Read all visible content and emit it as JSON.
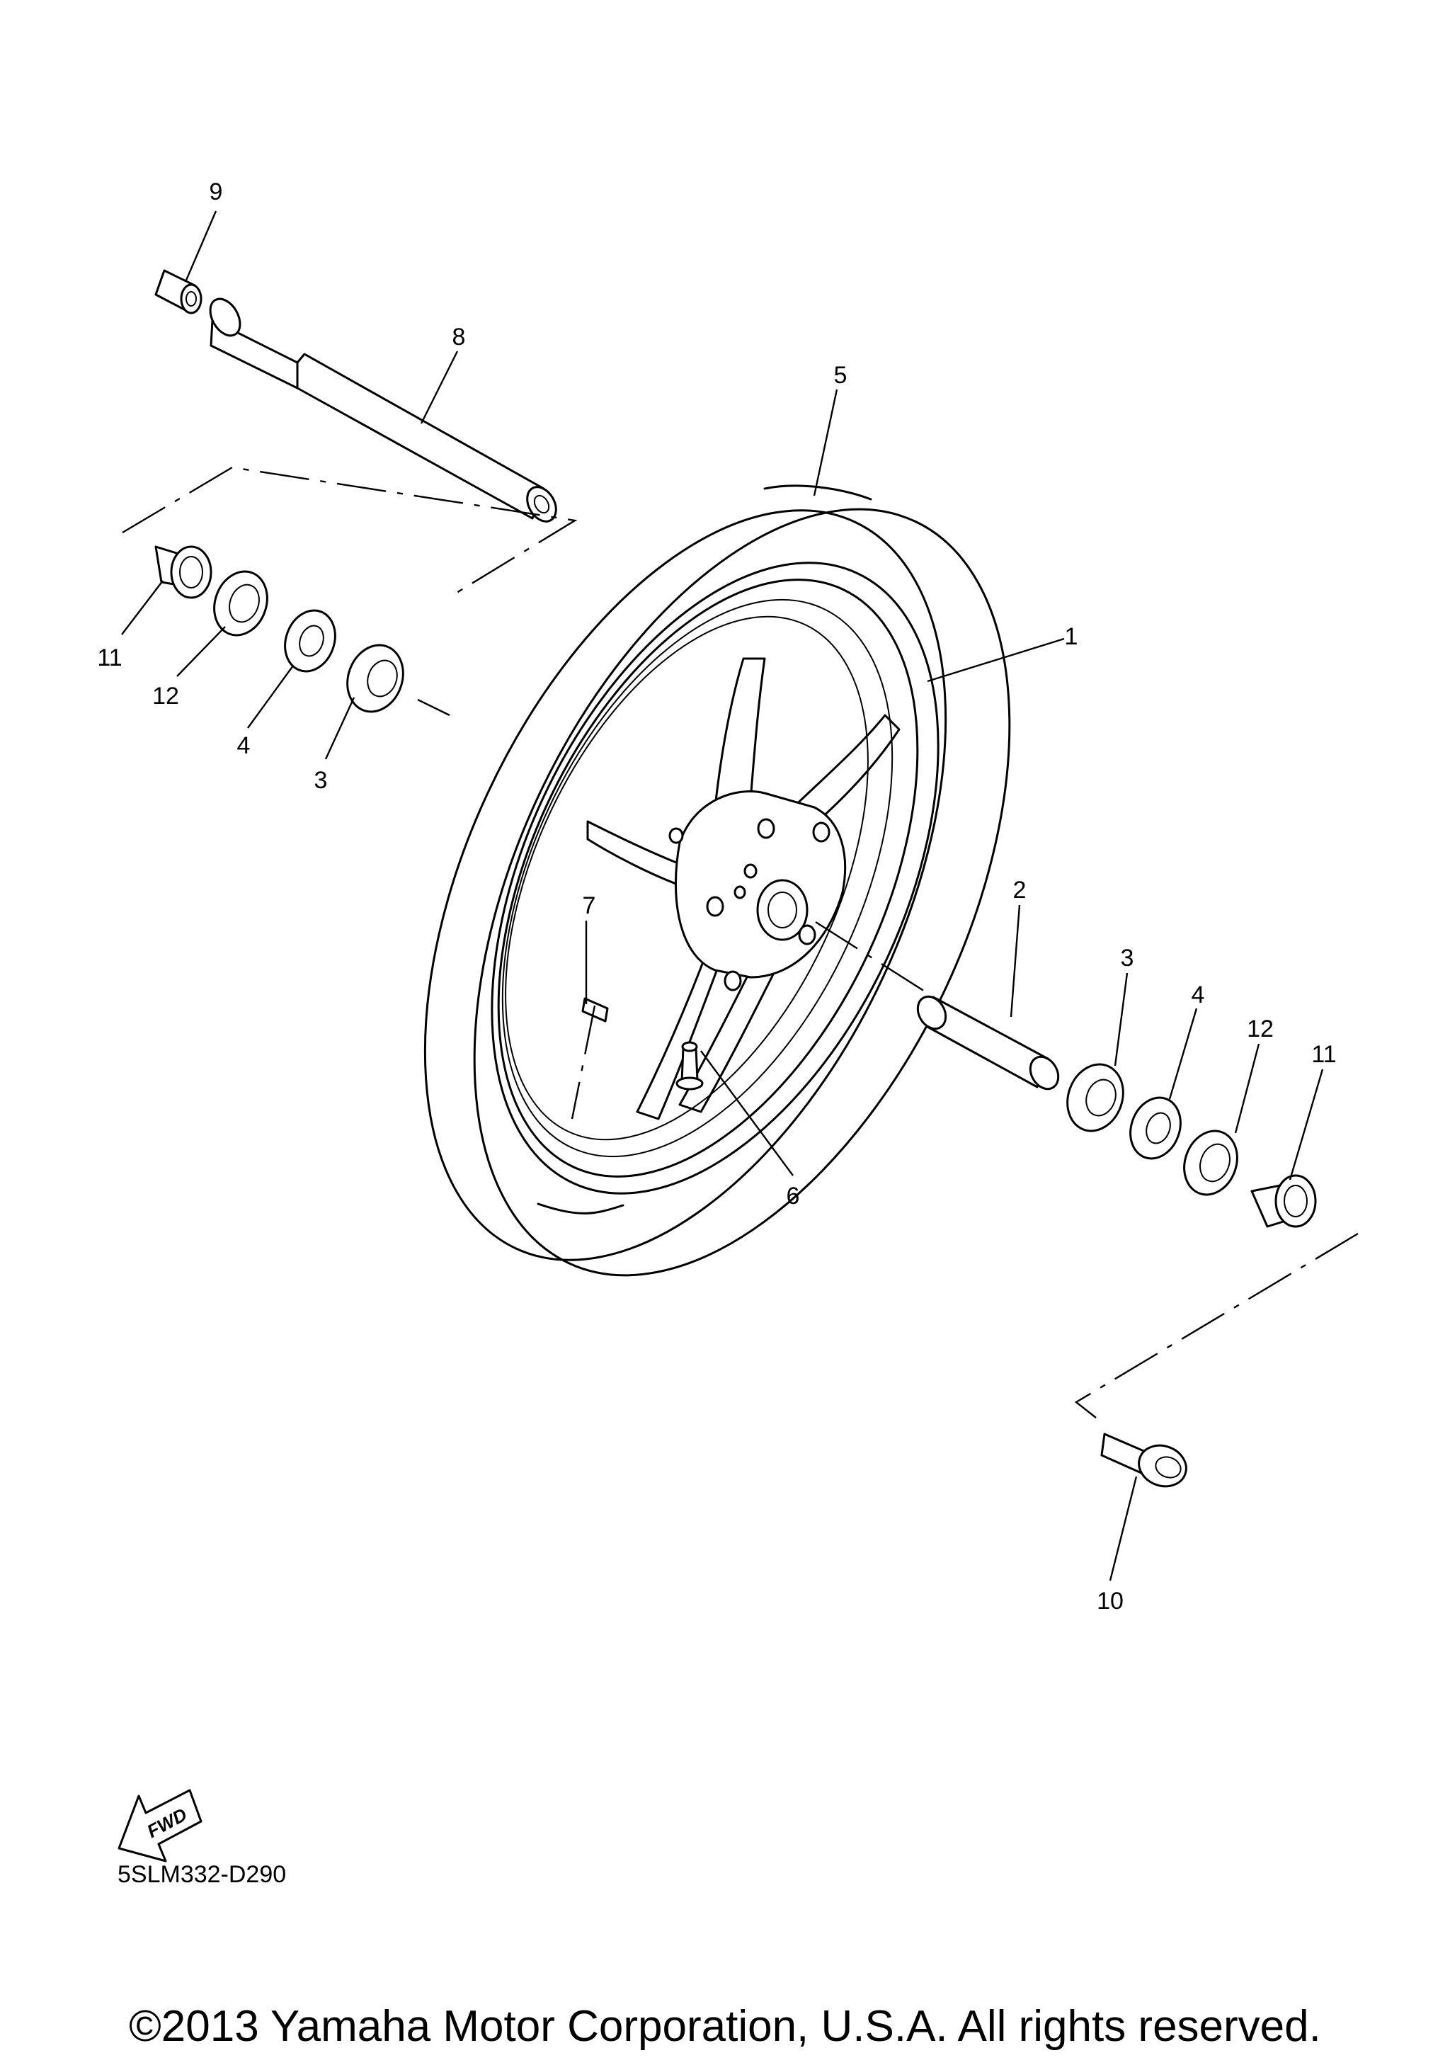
{
  "callouts": {
    "c1": "1",
    "c2": "2",
    "c3a": "3",
    "c3b": "3",
    "c4a": "4",
    "c4b": "4",
    "c5": "5",
    "c6": "6",
    "c7": "7",
    "c8": "8",
    "c9": "9",
    "c10": "10",
    "c11a": "11",
    "c11b": "11",
    "c12a": "12",
    "c12b": "12"
  },
  "fwd_label": "FWD",
  "diagram_code": "5SLM332-D290",
  "copyright": "©2013 Yamaha Motor Corporation, U.S.A. All rights reserved."
}
